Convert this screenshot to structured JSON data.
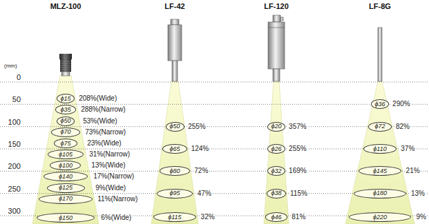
{
  "diagram": {
    "nodes": [
      {
        "text": [
          "ϕ15"
        ]
      },
      {
        "text": [
          "ϕ35"
        ]
      },
      {
        "text": [
          "ϕ50"
        ]
      },
      {
        "text": [
          "ϕ70"
        ]
      },
      {
        "text": [
          "ϕ75"
        ]
      },
      {
        "text": [
          "ϕ105"
        ]
      },
      {
        "text": [
          "ϕ100"
        ]
      },
      {
        "text": [
          "ϕ140"
        ]
      },
      {
        "text": [
          "ϕ125"
        ]
      },
      {
        "text": [
          "ϕ170"
        ]
      },
      {
        "text": [
          "ϕ150"
        ]
      },
      {
        "text": [
          "ϕ50"
        ]
      },
      {
        "text": [
          "ϕ65"
        ]
      },
      {
        "text": [
          "ϕ80"
        ]
      },
      {
        "text": [
          "ϕ95"
        ]
      },
      {
        "text": [
          "ϕ115"
        ]
      },
      {
        "text": [
          "ϕ20"
        ]
      },
      {
        "text": [
          "ϕ26"
        ]
      },
      {
        "text": [
          "ϕ32"
        ]
      },
      {
        "text": [
          "ϕ38"
        ]
      },
      {
        "text": [
          "ϕ46"
        ]
      },
      {
        "text": [
          "ϕ36"
        ]
      },
      {
        "text": [
          "ϕ72"
        ]
      },
      {
        "text": [
          "ϕ110"
        ]
      },
      {
        "text": [
          "ϕ145"
        ]
      },
      {
        "text": [
          "ϕ180"
        ]
      },
      {
        "text": [
          "ϕ220"
        ]
      }
    ],
    "labels": [
      "MLZ-100",
      "LF-42",
      "LF-120",
      "LF-8G",
      "(mm)",
      "0",
      "50",
      "100",
      "150",
      "200",
      "250",
      "300",
      "208%(Wide)",
      "288%(Narrow)",
      "53%(Wide)",
      "73%(Narrow)",
      "23%(Wide)",
      "31%(Narrow)",
      "13%(Wide)",
      "17%(Narrow)",
      "9%(Wide)",
      "11%(Narrow)",
      "6%(Wide)",
      "255%",
      "124%",
      "72%",
      "47%",
      "32%",
      "357%",
      "255%",
      "169%",
      "115%",
      "81%",
      "290%",
      "82%",
      "37%",
      "21%",
      "13%",
      "9%"
    ]
  }
}
